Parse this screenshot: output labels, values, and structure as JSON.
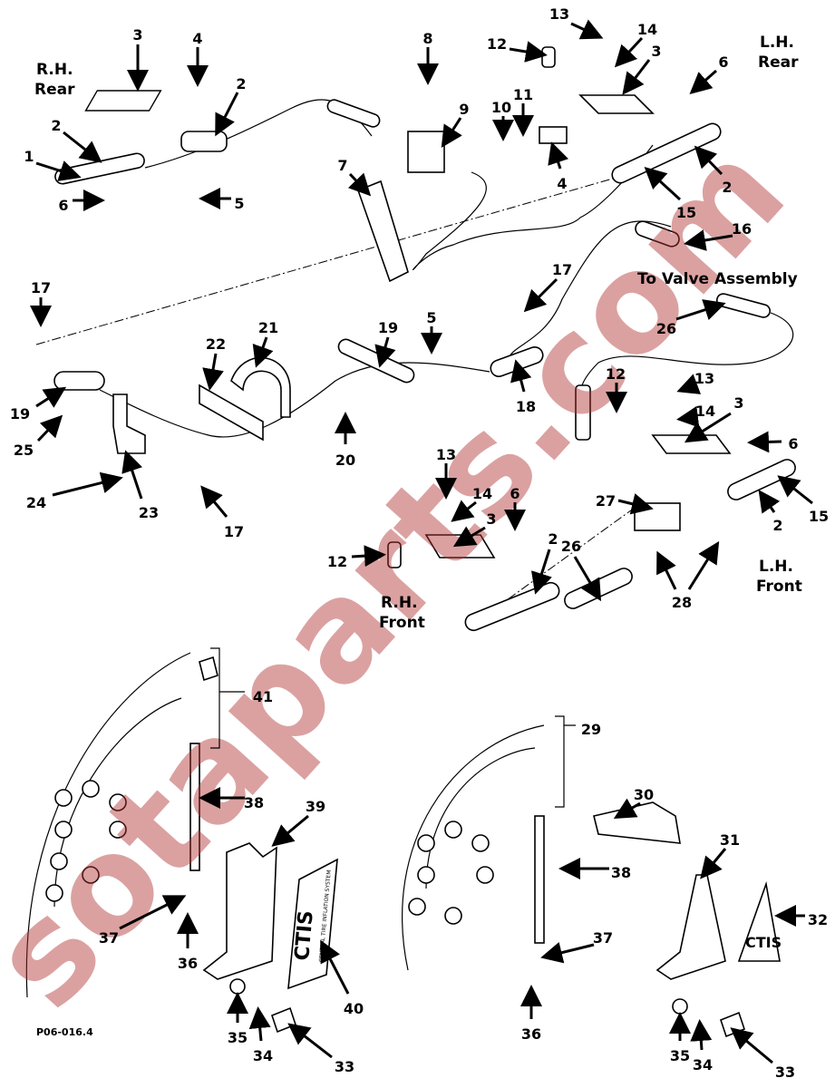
{
  "figure_code": "P06-016.4",
  "watermark": "sotaparts.com",
  "area_labels": {
    "rh_rear": [
      "R.H.",
      "Rear"
    ],
    "lh_rear": [
      "L.H.",
      "Rear"
    ],
    "lh_front": [
      "L.H.",
      "Front"
    ],
    "rh_front": [
      "R.H.",
      "Front"
    ],
    "to_valve": "To Valve Assembly"
  },
  "decal": {
    "logo": "CTIS",
    "text": "CENTRAL TIRE INFLATION SYSTEM"
  },
  "callouts": [
    "3",
    "4",
    "2",
    "2",
    "1",
    "5",
    "6",
    "8",
    "9",
    "7",
    "10",
    "11",
    "4",
    "12",
    "13",
    "14",
    "3",
    "6",
    "2",
    "15",
    "16",
    "17",
    "26",
    "17",
    "5",
    "21",
    "22",
    "19",
    "19",
    "18",
    "12",
    "13",
    "14",
    "3",
    "6",
    "20",
    "25",
    "24",
    "23",
    "17",
    "13",
    "14",
    "3",
    "6",
    "12",
    "2",
    "26",
    "27",
    "2",
    "15",
    "28",
    "41",
    "38",
    "39",
    "37",
    "36",
    "40",
    "35",
    "34",
    "33",
    "29",
    "30",
    "31",
    "38",
    "32",
    "37",
    "36",
    "35",
    "34",
    "33"
  ]
}
